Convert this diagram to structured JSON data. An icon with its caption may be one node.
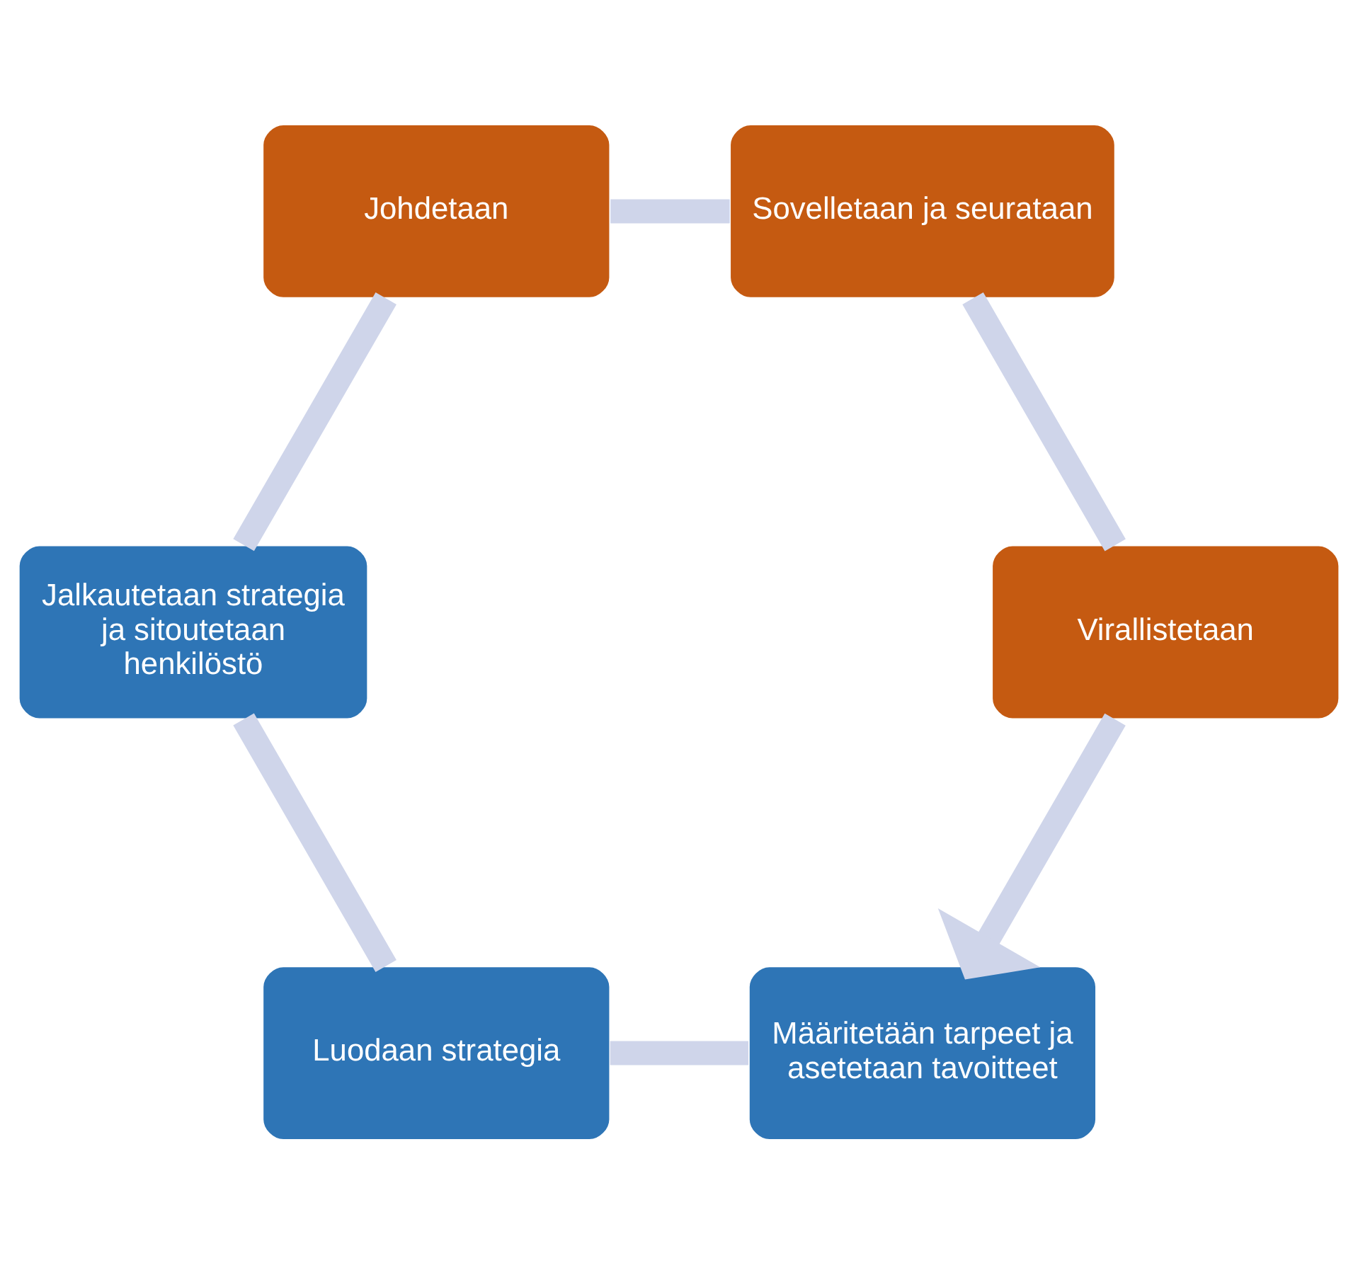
{
  "diagram": {
    "nodes": [
      {
        "text": [
          "Määritetään tarpeet ja asetetaan tavoitteet"
        ]
      },
      {
        "text": [
          "Luodaan strategia"
        ]
      },
      {
        "text": [
          "Jalkautetaan strategia ja sitoutetaan henkilöstö"
        ]
      },
      {
        "text": [
          "Johdetaan"
        ]
      },
      {
        "text": [
          "Sovelletaan ja seurataan"
        ]
      },
      {
        "text": [
          "Virallistetaan"
        ]
      }
    ],
    "edges": [
      {
        "from": 0,
        "to": 1,
        "arrow": "none"
      },
      {
        "from": 1,
        "to": 2,
        "arrow": "none"
      },
      {
        "from": 2,
        "to": 3,
        "arrow": "none"
      },
      {
        "from": 3,
        "to": 4,
        "arrow": "none"
      },
      {
        "from": 4,
        "to": 5,
        "arrow": "none"
      },
      {
        "from": 5,
        "to": 0,
        "arrow": "to"
      }
    ]
  }
}
